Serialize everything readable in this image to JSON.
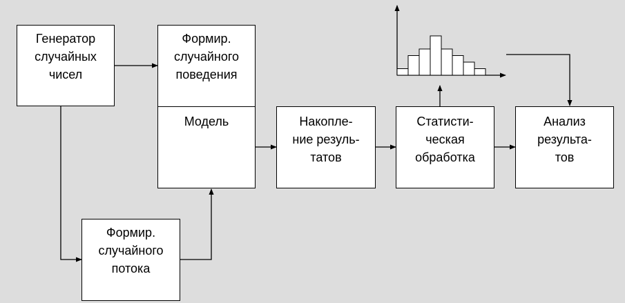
{
  "colors": {
    "background": "#dddddd",
    "box_fill": "#ffffff",
    "line": "#000000"
  },
  "boxes": {
    "generator": {
      "lines": [
        "Генератор",
        "случайных",
        "чисел"
      ]
    },
    "behavior": {
      "lines": [
        "Формир.",
        "случайного",
        "поведения"
      ]
    },
    "model": {
      "lines": [
        "Модель"
      ]
    },
    "flow": {
      "lines": [
        "Формир.",
        "случайного",
        "потока"
      ]
    },
    "accumulate": {
      "lines": [
        "Накопле-",
        "ние резуль-",
        "татов"
      ]
    },
    "statistics": {
      "lines": [
        "Статисти-",
        "ческая",
        "обработка"
      ]
    },
    "analysis": {
      "lines": [
        "Анализ",
        "результа-",
        "тов"
      ]
    }
  },
  "histogram": {
    "values": [
      1,
      3,
      4,
      6,
      4,
      3,
      2,
      1
    ]
  }
}
